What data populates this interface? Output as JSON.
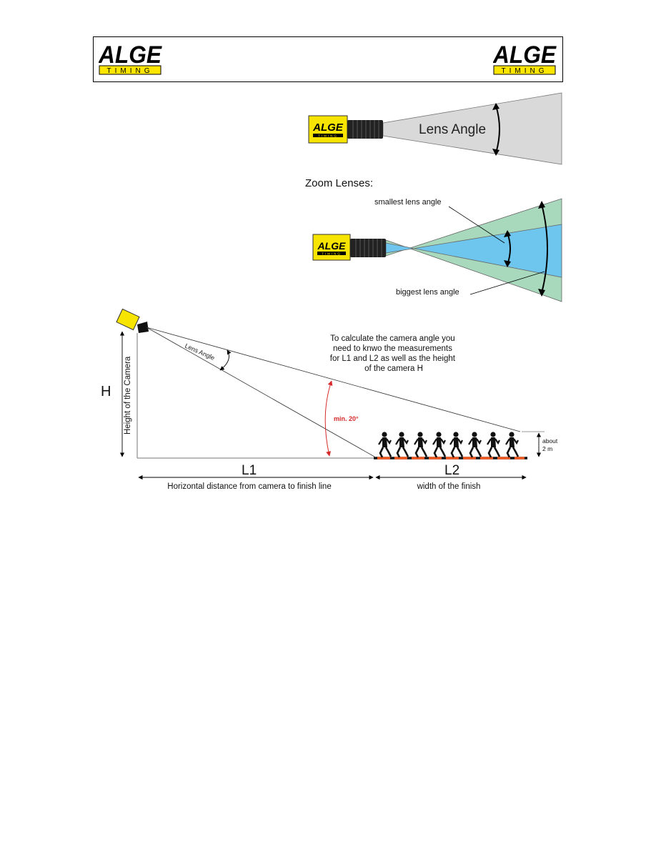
{
  "header": {
    "logo_left": {
      "brand": "ALGE",
      "subtitle": "TIMING"
    },
    "logo_right": {
      "brand": "ALGE",
      "subtitle": "TIMING"
    }
  },
  "figure_fixed_lens": {
    "camera_logo": {
      "brand": "ALGE",
      "subtitle": "TIMING"
    },
    "label": "Lens Angle",
    "fill_color": "#d9d9d9"
  },
  "figure_zoom": {
    "heading": "Zoom Lenses:",
    "camera_logo": {
      "brand": "ALGE",
      "subtitle": "TIMING"
    },
    "smallest_label": "smallest lens angle",
    "biggest_label": "biggest lens angle",
    "outer_color": "#a8d9bd",
    "inner_color": "#6ec6ee"
  },
  "figure_setup": {
    "lens_angle_label": "Lens Angle",
    "note_lines": [
      "To calculate the camera angle you",
      "need to knwo the measurements",
      "for L1 and L2 as well as the height",
      "of the camera H"
    ],
    "h_label": "H",
    "height_label": "Height of the Camera",
    "min_angle_label": "min. 20°",
    "about_label_line1": "about",
    "about_label_line2": "2 m",
    "l1_label": "L1",
    "l2_label": "L2",
    "l1_caption": "Horizontal distance from camera to finish line",
    "l2_caption": "width of the finish",
    "accent_red": "#d62b2b",
    "finish_orange": "#f15a22",
    "camera_yellow": "#f7e400"
  }
}
